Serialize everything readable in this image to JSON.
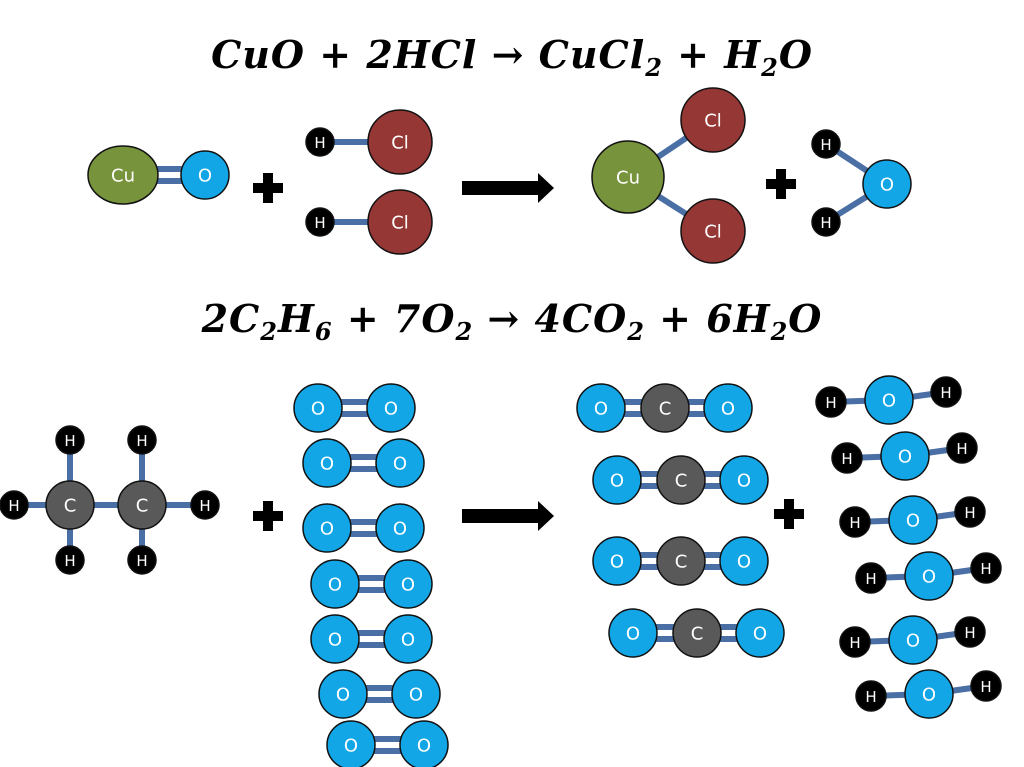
{
  "equations": [
    {
      "parts": [
        {
          "t": "CuO + 2HCl → CuCl"
        },
        {
          "sub": "2"
        },
        {
          "t": " + H"
        },
        {
          "sub": "2"
        },
        {
          "t": "O"
        }
      ],
      "text": "CuO + 2HCl → CuCl2 + H2O"
    },
    {
      "parts": [
        {
          "t": "2C"
        },
        {
          "sub": "2"
        },
        {
          "t": "H"
        },
        {
          "sub": "6"
        },
        {
          "t": " + 7O"
        },
        {
          "sub": "2"
        },
        {
          "t": " → 4CO"
        },
        {
          "sub": "2"
        },
        {
          "t": " + 6H"
        },
        {
          "sub": "2"
        },
        {
          "t": "O"
        }
      ],
      "text": "2C2H6 + 7O2 → 4CO2 + 6H2O"
    }
  ],
  "colors": {
    "Cu": "#77933c",
    "O": "#12a6e6",
    "Cl": "#953735",
    "H": "#000000",
    "C": "#595959",
    "bond": "#4a6fa5",
    "symbol": "#000000"
  },
  "symbols": {
    "plus": "plus-icon",
    "arrow": "arrow-right-icon"
  },
  "reactions": [
    {
      "name": "copper-oxide-reaction",
      "reactants": [
        "CuO",
        "HCl",
        "HCl"
      ],
      "products": [
        "CuCl2",
        "H2O"
      ]
    },
    {
      "name": "ethane-combustion",
      "reactants": [
        "C2H6 ×1 shown",
        "O2 ×7"
      ],
      "products": [
        "CO2 ×4",
        "H2O ×6"
      ]
    }
  ],
  "labels": {
    "Cu": "Cu",
    "O": "O",
    "Cl": "Cl",
    "H": "H",
    "C": "C"
  }
}
